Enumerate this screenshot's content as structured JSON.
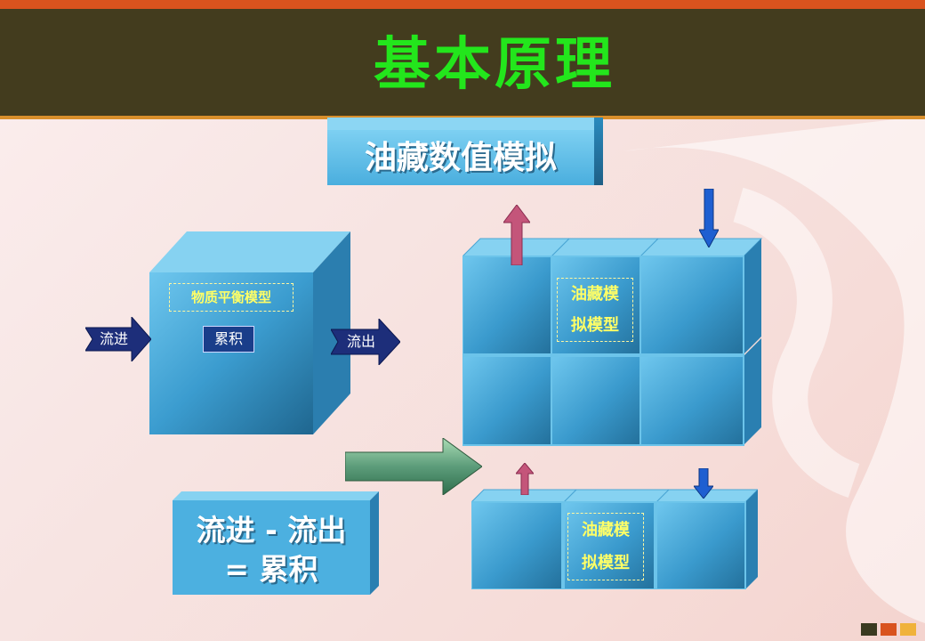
{
  "slide": {
    "title": "基本原理",
    "subtitle_banner": "油藏数值模拟"
  },
  "left_model": {
    "box_label": "物质平衡模型",
    "accumulation_label": "累积",
    "inflow_label": "流进",
    "outflow_label": "流出"
  },
  "grid_model": {
    "label_line1": "油藏模",
    "label_line2": "拟模型"
  },
  "layer_model": {
    "label_line1": "油藏模",
    "label_line2": "拟模型"
  },
  "equation": {
    "line1": "流进 - 流出",
    "line2": "= 累积"
  },
  "colors": {
    "title": "#23e61c",
    "header_band": "#433c1e",
    "up_arrow": "#c4557a",
    "down_arrow": "#1e5fd1",
    "navy_arrow": "#1d2e7a",
    "transition_arrow": "#5a9a78",
    "corner_squares": [
      "#3a3a20",
      "#d9531e",
      "#f0b23a"
    ]
  }
}
